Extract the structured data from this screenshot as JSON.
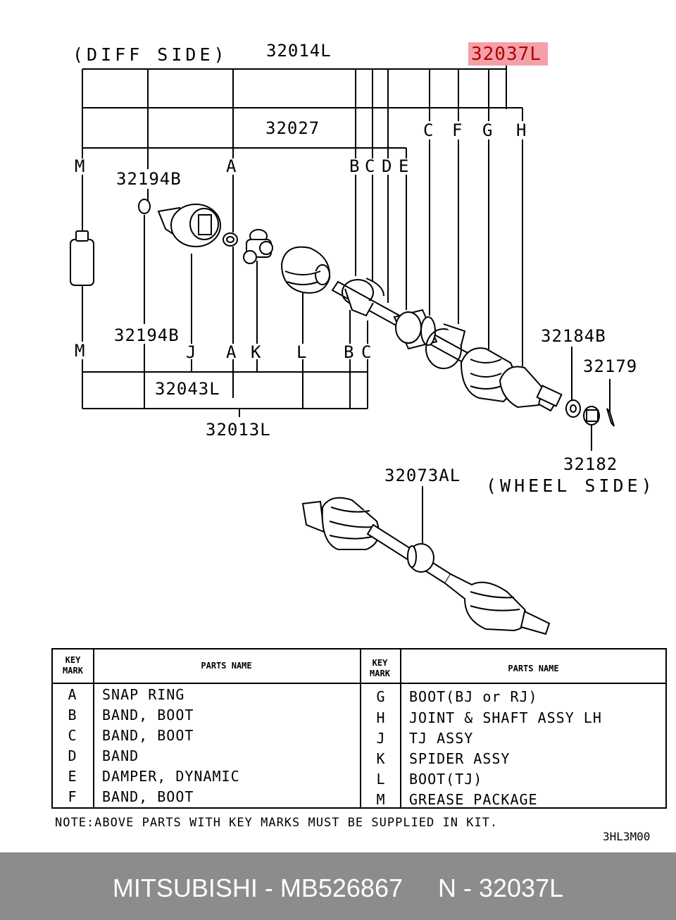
{
  "diagram": {
    "diff_side": "(DIFF SIDE)",
    "wheel_side": "(WHEEL SIDE)",
    "highlight_part": "32037L",
    "part_numbers": {
      "p32014L": "32014L",
      "p32027": "32027",
      "p32194B_top": "32194B",
      "p32194B_bottom": "32194B",
      "p32043L": "32043L",
      "p32013L": "32013L",
      "p32184B": "32184B",
      "p32179": "32179",
      "p32182": "32182",
      "p32073AL": "32073AL"
    },
    "key_marks": {
      "M_top": "M",
      "A_top": "A",
      "B_top": "B",
      "C_top": "C",
      "D_top": "D",
      "E_top": "E",
      "C_upper": "C",
      "F_upper": "F",
      "G_upper": "G",
      "H_upper": "H",
      "M_bottom": "M",
      "J_bottom": "J",
      "A_bottom": "A",
      "K_bottom": "K",
      "L_bottom": "L",
      "B_bottom": "B",
      "C_bottom": "C"
    }
  },
  "table": {
    "header_key": "KEY\nMARK",
    "header_name": "PARTS NAME",
    "left_rows": [
      {
        "key": "A",
        "name": "SNAP RING"
      },
      {
        "key": "B",
        "name": "BAND, BOOT"
      },
      {
        "key": "C",
        "name": "BAND, BOOT"
      },
      {
        "key": "D",
        "name": "BAND"
      },
      {
        "key": "E",
        "name": "DAMPER, DYNAMIC"
      },
      {
        "key": "F",
        "name": "BAND, BOOT"
      }
    ],
    "right_rows": [
      {
        "key": "G",
        "name": "BOOT(BJ or RJ)"
      },
      {
        "key": "H",
        "name": "JOINT & SHAFT ASSY LH"
      },
      {
        "key": "J",
        "name": "TJ ASSY"
      },
      {
        "key": "K",
        "name": "SPIDER ASSY"
      },
      {
        "key": "L",
        "name": "BOOT(TJ)"
      },
      {
        "key": "M",
        "name": "GREASE PACKAGE"
      }
    ]
  },
  "note": "NOTE:ABOVE PARTS WITH KEY MARKS MUST BE SUPPLIED IN KIT.",
  "drawing_code": "3HL3M00",
  "footer": "MITSUBISHI - MB526867     N - 32037L"
}
